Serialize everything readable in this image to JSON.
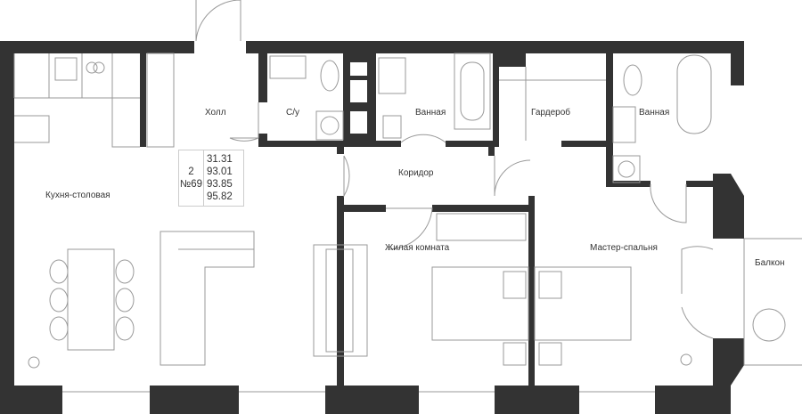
{
  "rooms": {
    "hall": "Холл",
    "wc": "С/у",
    "bath1": "Ванная",
    "wardrobe": "Гардероб",
    "bath2": "Ванная",
    "corridor": "Коридор",
    "kitchen": "Кухня-столовая",
    "living": "Жилая комната",
    "master": "Мастер-спальня",
    "balcony": "Балкон"
  },
  "info": {
    "rooms_count": "2",
    "number": "№69",
    "areas": [
      "31.31",
      "93.01",
      "93.85",
      "95.82"
    ]
  },
  "colors": {
    "wall": "#333333",
    "line": "#999999"
  }
}
